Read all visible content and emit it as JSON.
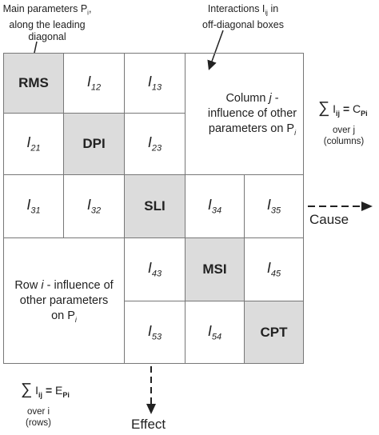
{
  "annotations": {
    "main_params": [
      "Main parameters P",
      "i",
      ", ",
      "along the leading",
      "diagonal"
    ],
    "interactions": [
      "Interactions I",
      "ij",
      " in",
      "off-diagonal boxes"
    ]
  },
  "diagonal": [
    "RMS",
    "DPI",
    "SLI",
    "MSI",
    "CPT"
  ],
  "interactions": {
    "I12": {
      "main": "I",
      "sub": "12"
    },
    "I13": {
      "main": "I",
      "sub": "13"
    },
    "I21": {
      "main": "I",
      "sub": "21"
    },
    "I23": {
      "main": "I",
      "sub": "23"
    },
    "I31": {
      "main": "I",
      "sub": "31"
    },
    "I32": {
      "main": "I",
      "sub": "32"
    },
    "I34": {
      "main": "I",
      "sub": "34"
    },
    "I35": {
      "main": "I",
      "sub": "35"
    },
    "I43": {
      "main": "I",
      "sub": "43"
    },
    "I45": {
      "main": "I",
      "sub": "45"
    },
    "I53": {
      "main": "I",
      "sub": "53"
    },
    "I54": {
      "main": "I",
      "sub": "54"
    }
  },
  "column_box": {
    "line1": "Column ",
    "j": "j",
    "line1b": " -",
    "line2": "influence of other",
    "line3": "parameters on P",
    "sub": "i"
  },
  "row_box": {
    "line1a": "Row ",
    "i": "i",
    "line1b": " - influence of",
    "line2": "other parameters",
    "line3": "on P",
    "sub": "i"
  },
  "col_sum": {
    "sigma": "∑",
    "lhs": "I",
    "lhs_sub": "ij",
    "eq": " = ",
    "rhs": "C",
    "rhs_sub": "Pi",
    "over": "over j",
    "paren": "(columns)"
  },
  "row_sum": {
    "sigma": "∑",
    "lhs": "I",
    "lhs_sub": "ij",
    "eq": " = ",
    "rhs": "E",
    "rhs_sub": "Pi",
    "over": "over i",
    "paren": "(rows)"
  },
  "arrows": {
    "cause": "Cause",
    "effect": "Effect"
  }
}
